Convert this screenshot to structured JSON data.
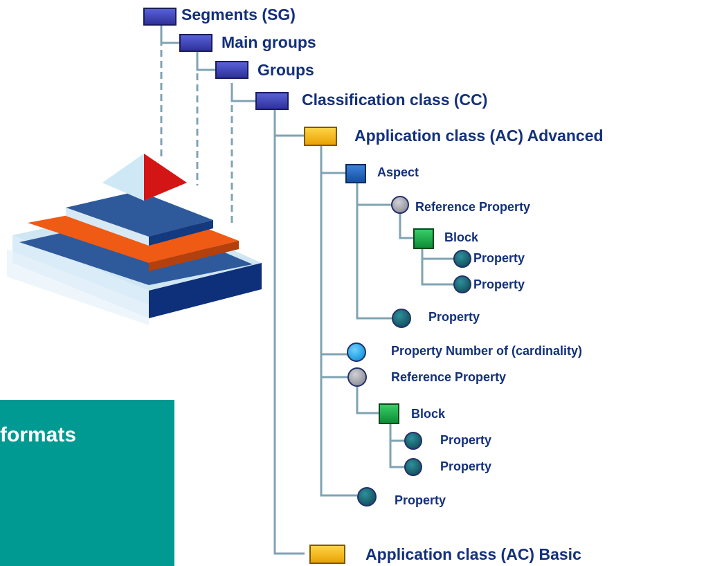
{
  "diagram": {
    "segments_label": "Segments (SG)",
    "main_groups_label": "Main groups",
    "groups_label": "Groups",
    "classification_class_label": "Classification class (CC)",
    "ac_advanced_label": "Application class (AC) Advanced",
    "aspect_label": "Aspect",
    "reference_property_1": "Reference Property",
    "block_1": "Block",
    "property_1a": "Property",
    "property_1b": "Property",
    "property_2": "Property",
    "property_cardinality": "Property Number of (cardinality)",
    "reference_property_2": "Reference Property",
    "block_2": "Block",
    "property_3a": "Property",
    "property_3b": "Property",
    "property_4": "Property",
    "ac_basic_label": "Application class (AC) Basic"
  },
  "panel": {
    "text": "formats"
  },
  "colors": {
    "label_text": "#13307a",
    "connector": "#7fa3b3",
    "node_dark_blue": "#3f43b5",
    "node_yellow": "#f6b800",
    "node_blue": "#1e62c0",
    "node_green": "#18b246",
    "node_teal_circle": "#1b6d7a",
    "node_grey_circle": "#a8a8ae",
    "node_light_blue_circle": "#1ba9f0",
    "panel_teal": "#009a93"
  },
  "icons": [
    "pyramid-icon"
  ]
}
